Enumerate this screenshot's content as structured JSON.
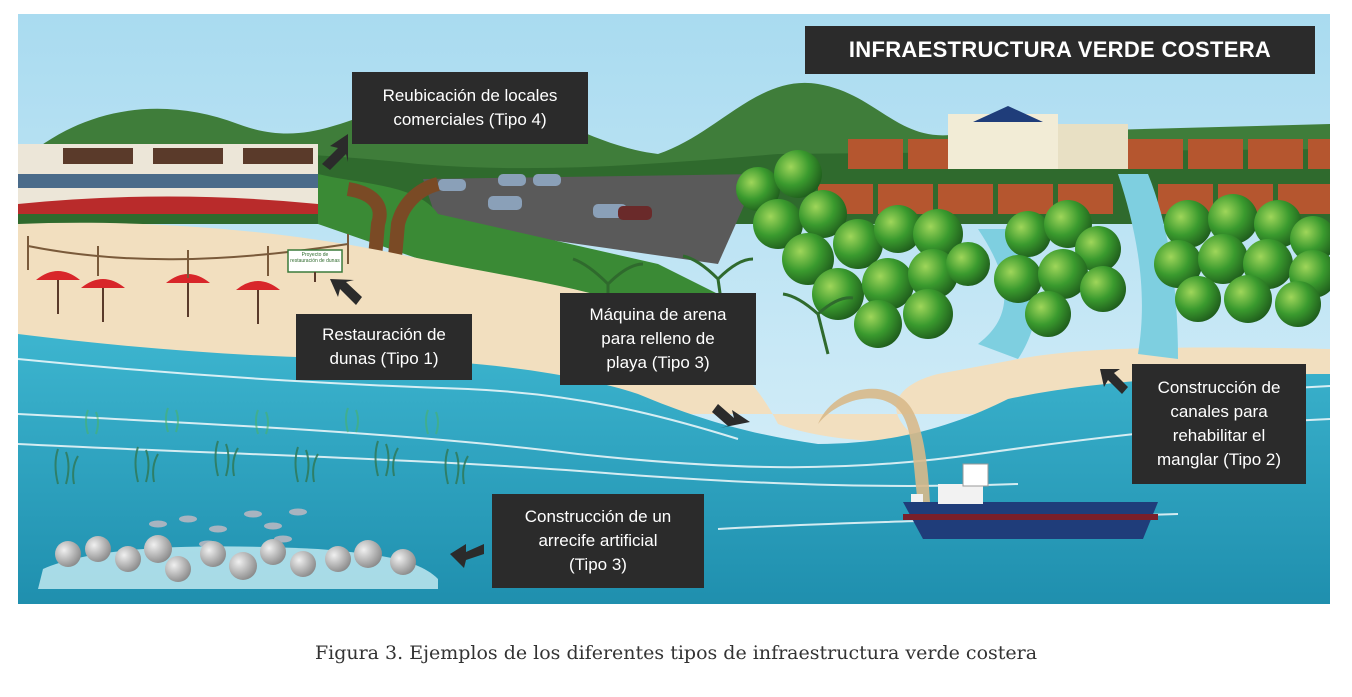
{
  "diagram": {
    "title": "INFRAESTRUCTURA VERDE COSTERA",
    "labels": {
      "relocation": [
        "Reubicación de locales",
        "comerciales (Tipo 4)"
      ],
      "dunes": [
        "Restauración de",
        "dunas (Tipo 1)"
      ],
      "sand_machine": [
        "Máquina de arena",
        "para relleno de",
        "playa (Tipo 3)"
      ],
      "canals": [
        "Construcción de",
        "canales para",
        "rehabilitar el",
        "manglar (Tipo 2)"
      ],
      "reef": [
        "Construcción de un",
        "arrecife artificial",
        "(Tipo 3)"
      ]
    },
    "dune_sign": "Proyecto de restauración de dunas"
  },
  "caption": "Figura 3. Ejemplos de los diferentes tipos de infraestructura verde costera",
  "colors": {
    "sky": "#bfe3f2",
    "hills": "#3f7d3a",
    "sand": "#f2dfbf",
    "sea": "#2ea3bf",
    "label_bg": "#2b2b2b",
    "mangrove": "#2f8a2c"
  }
}
